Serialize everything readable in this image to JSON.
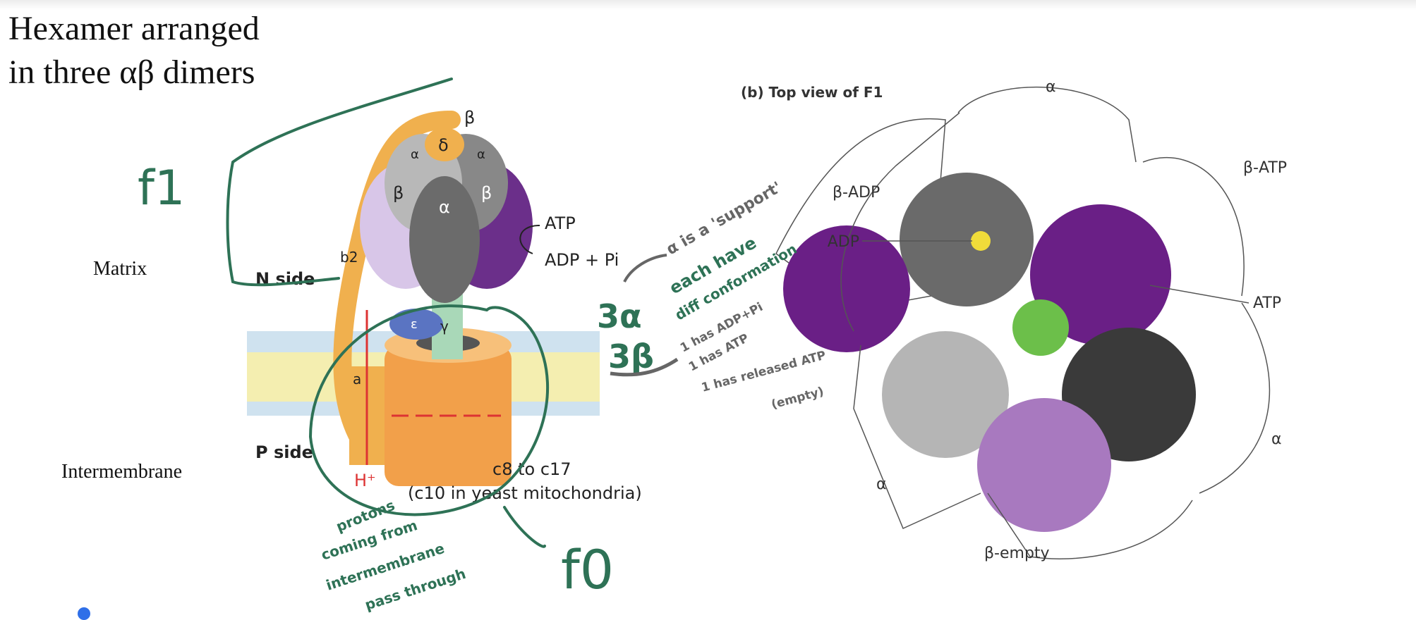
{
  "heading": {
    "line1": "Hexamer arranged",
    "line2": "in three αβ dimers"
  },
  "side_labels": {
    "matrix": "Matrix",
    "intermembrane": "Intermembrane"
  },
  "left_figure": {
    "subunits": {
      "beta_top": "β",
      "delta": "δ",
      "alpha_left": "α",
      "alpha_right": "α",
      "beta_left": "β",
      "alpha_center": "α",
      "beta_right": "β",
      "b2": "b2",
      "epsilon": "ε",
      "gamma": "γ",
      "a": "a"
    },
    "atp": "ATP",
    "adp_pi": "ADP + Pi",
    "n_side": "N side",
    "p_side": "P side",
    "h_plus": "H⁺",
    "c_ring": "c8 to c17",
    "c_ring_note": "(c10 in yeast mitochondria)"
  },
  "right_figure": {
    "title": "(b) Top view of F1",
    "labels": {
      "alpha_top": "α",
      "beta_atp": "β-ATP",
      "beta_adp": "β-ADP",
      "adp": "ADP",
      "atp": "ATP",
      "alpha_right": "α",
      "alpha_left": "α",
      "beta_empty": "β-empty"
    }
  },
  "handwriting": {
    "f1": "f1",
    "f0": "f0",
    "alpha_support": "α is a 'support'",
    "three_alpha": "3α",
    "three_beta": "3β",
    "each_diff": "each have",
    "each_diff2": "diff conformation",
    "beta_states": [
      "1 has ADP+Pi",
      "1 has ATP",
      "1 has released ATP",
      "(empty)"
    ],
    "protons": [
      "protons",
      "coming from",
      "intermembrane",
      "pass through"
    ]
  },
  "colors": {
    "ink_green": "#2e7256",
    "ink_gray": "#666666",
    "purple": "#6a1f86",
    "gray_subunit": "#6b6b6b",
    "orange": "#f2b45a"
  }
}
